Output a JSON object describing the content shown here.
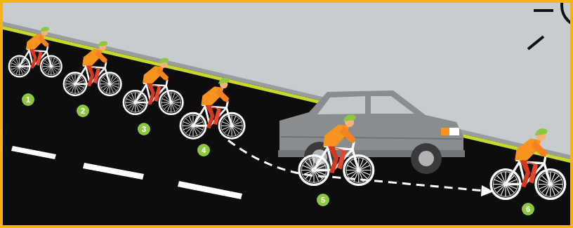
{
  "diagram": {
    "labels": [
      "1",
      "2",
      "3",
      "4",
      "5",
      "6"
    ]
  }
}
